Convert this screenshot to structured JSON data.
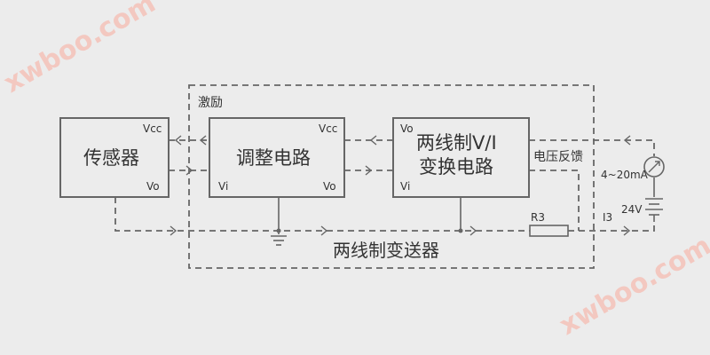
{
  "watermark": {
    "text": "xwboo.com",
    "color": "#f3c8c0"
  },
  "diagram": {
    "enclosure_label": "两线制变送器",
    "excitation_label": "激励",
    "blocks": {
      "sensor": {
        "title": "传感器",
        "vcc": "Vcc",
        "vo": "Vo"
      },
      "adjust": {
        "title": "调整电路",
        "vcc": "Vcc",
        "vi": "Vi",
        "vo": "Vo"
      },
      "vi_converter": {
        "title_line1": "两线制V/I",
        "title_line2": "变换电路",
        "vo": "Vo",
        "vi": "Vi"
      }
    },
    "feedback_label": "电压反馈",
    "resistor_label": "R3",
    "current_label": "I3",
    "meter_range_label": "4~20mA",
    "supply_label": "24V"
  }
}
